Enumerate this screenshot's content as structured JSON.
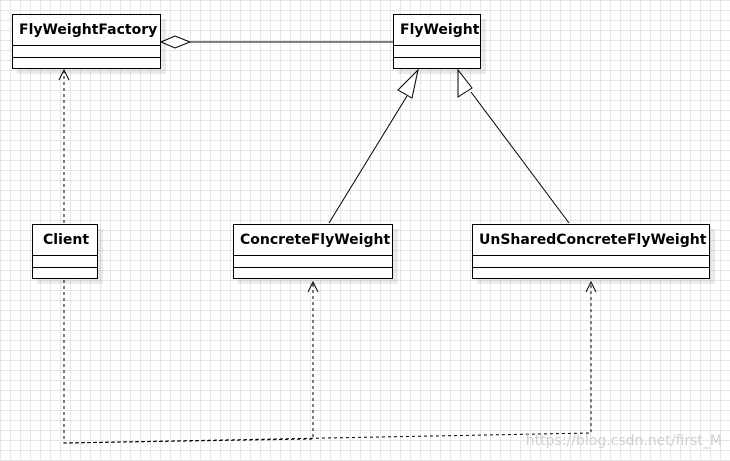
{
  "classes": {
    "factory": "FlyWeightFactory",
    "flyweight": "FlyWeight",
    "client": "Client",
    "concrete": "ConcreteFlyWeight",
    "unshared": "UnSharedConcreteFlyWeight"
  },
  "watermark": "https://blog.csdn.net/first_M"
}
